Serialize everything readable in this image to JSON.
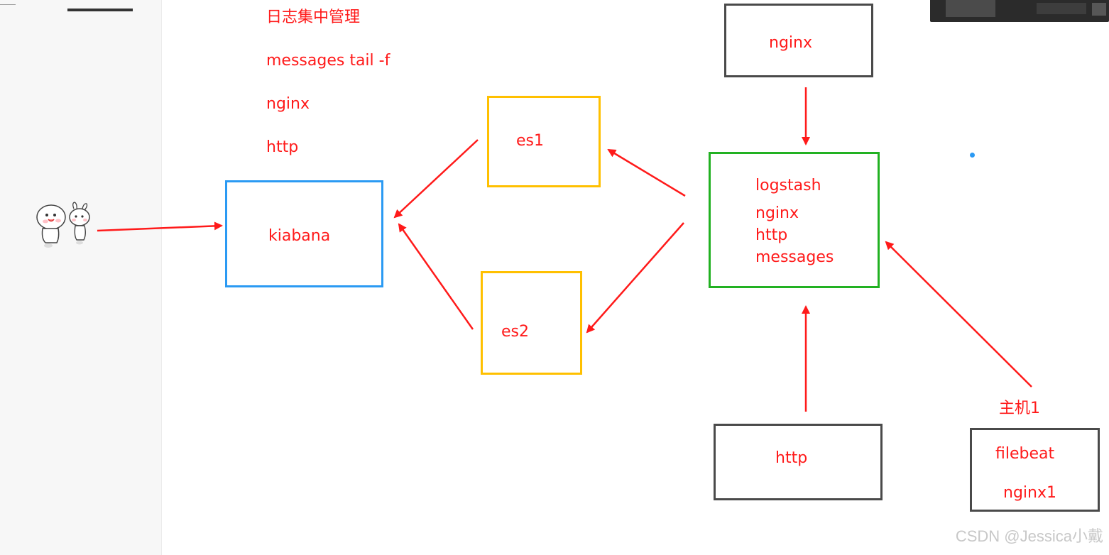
{
  "notes": [
    "日志集中管理",
    "messages tail -f",
    "nginx",
    "http"
  ],
  "nodes": {
    "nginx_top": "nginx",
    "es1": "es1",
    "es2": "es2",
    "kiabana": "kiabana",
    "logstash": [
      "logstash",
      "nginx",
      "http",
      "messages"
    ],
    "http_bottom": "http",
    "host": {
      "title": "主机1",
      "lines": [
        "filebeat",
        "nginx1"
      ]
    }
  },
  "watermark": "CSDN @Jessica小戴",
  "colors": {
    "arrow": "#ff1a1a",
    "text": "#ff1a1a",
    "box_gray": "#4a4a4a",
    "box_yellow": "#ffc000",
    "box_blue": "#2b9af3",
    "box_green": "#22b122"
  },
  "icons": [
    "user-mascot-icon"
  ]
}
